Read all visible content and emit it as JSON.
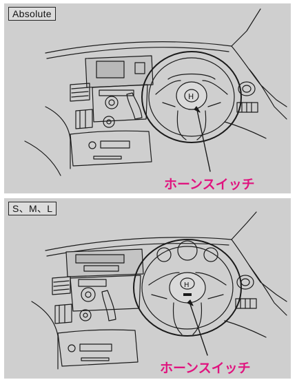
{
  "panels": [
    {
      "trim_label": "Absolute",
      "callout": "ホーンスイッチ"
    },
    {
      "trim_label": "S、M、L",
      "callout": "ホーンスイッチ"
    }
  ],
  "colors": {
    "panel_background": "#cfcfcf",
    "callout_text": "#e0147f",
    "line_art": "#1a1a1a"
  },
  "icons": [
    "steering-wheel-illustration",
    "horn-switch-pointer"
  ]
}
